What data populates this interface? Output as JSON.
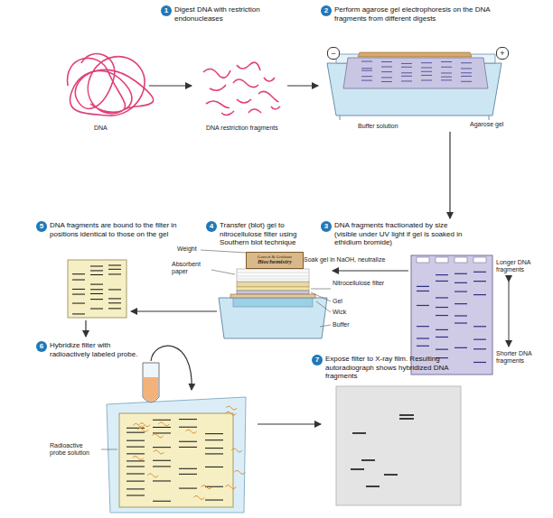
{
  "diagram": {
    "nodes": [
      {
        "text": [
          "Garrett & Grisham",
          "Biochemistry"
        ]
      }
    ],
    "labels": [
      "1",
      "Digest DNA with restriction endonucleases",
      "2",
      "Perform agarose gel electrophoresis on the DNA fragments from different digests",
      "DNA",
      "DNA restriction fragments",
      "−",
      "+",
      "Buffer solution",
      "Agarose gel",
      "3",
      "DNA fragments fractionated by size (visible under UV light if gel is soaked in ethidium bromide)",
      "Longer DNA fragments",
      "Shorter DNA fragments",
      "4",
      "Transfer (blot) gel to nitrocellulose filter using Southern blot technique",
      "Weight",
      "Absorbent paper",
      "Soak gel in NaOH, neutralize",
      "Nitrocellulose filter",
      "Gel",
      "Wick",
      "Buffer",
      "5",
      "DNA fragments are bound to the filter in positions identical to those on the gel",
      "6",
      "Hybridize filter with radioactively labeled probe.",
      "Radioactive probe solution",
      "7",
      "Expose filter to X-ray film. Resulting autoradiograph shows hybridized DNA fragments"
    ]
  }
}
